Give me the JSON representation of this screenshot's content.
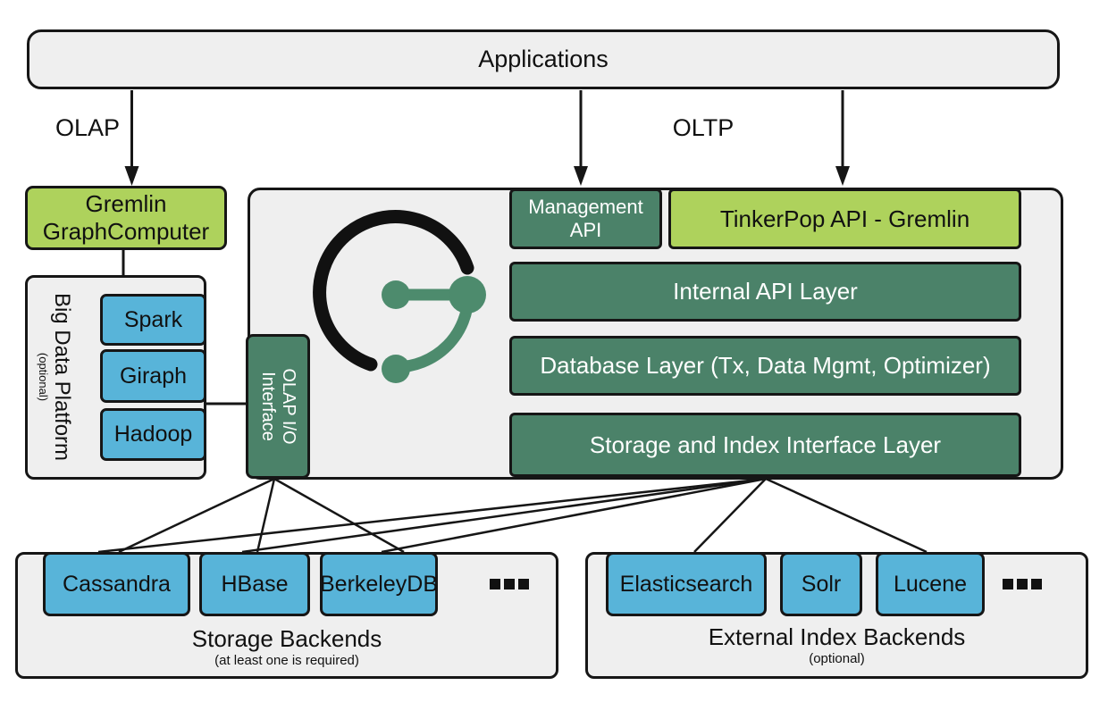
{
  "diagram": {
    "applications": "Applications",
    "flows": {
      "olap_label": "OLAP",
      "oltp_label": "OLTP"
    },
    "gremlin_graphcomputer": {
      "line1": "Gremlin",
      "line2": "GraphComputer"
    },
    "big_data_platform": {
      "title": "Big Data Platform",
      "note": "(optional)",
      "items": [
        "Spark",
        "Giraph",
        "Hadoop"
      ]
    },
    "core": {
      "logo_icon": "janusgraph-logo",
      "management_api": "Management API",
      "tinkerpop_api": "TinkerPop API - Gremlin",
      "internal_api": "Internal API Layer",
      "database_layer": "Database Layer (Tx, Data Mgmt, Optimizer)",
      "storage_index_layer": "Storage and Index Interface Layer",
      "olap_io": {
        "line1": "OLAP I/O",
        "line2": "Interface"
      }
    },
    "storage_backends": {
      "title": "Storage Backends",
      "note": "(at least one is required)",
      "items": [
        "Cassandra",
        "HBase",
        "BerkeleyDB"
      ],
      "more_icon": "ellipsis-squares"
    },
    "index_backends": {
      "title": "External Index Backends",
      "note": "(optional)",
      "items": [
        "Elasticsearch",
        "Solr",
        "Lucene"
      ],
      "more_icon": "ellipsis-squares"
    },
    "colors": {
      "dark_green": "#4b8269",
      "lime_green": "#aed25c",
      "blue": "#58b4d9",
      "light_gray": "#efefef",
      "line": "#161616",
      "logo_green": "#4d8b6d"
    }
  }
}
